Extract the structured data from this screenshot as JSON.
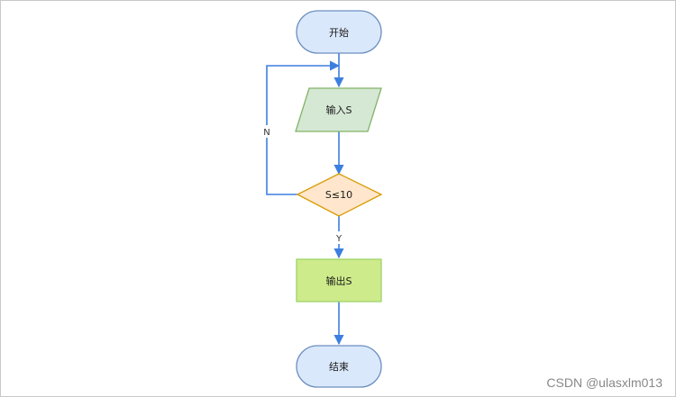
{
  "nodes": {
    "start": {
      "label": "开始",
      "shape": "terminal",
      "fill": "#dae8fc",
      "stroke": "#6c8ebf"
    },
    "input": {
      "label": "输入S",
      "shape": "parallelogram",
      "fill": "#d5e8d4",
      "stroke": "#82b366"
    },
    "decision": {
      "label": "S≤10",
      "shape": "diamond",
      "fill": "#ffe6cc",
      "stroke": "#d79b00"
    },
    "output": {
      "label": "输出S",
      "shape": "process",
      "fill": "#cdeb8b",
      "stroke": "#9fd36b"
    },
    "end": {
      "label": "结束",
      "shape": "terminal",
      "fill": "#dae8fc",
      "stroke": "#6c8ebf"
    }
  },
  "edges": {
    "no_label": "N",
    "yes_label": "Y",
    "color": "#3d7fe0"
  },
  "watermark": "CSDN @ulasxlm013"
}
